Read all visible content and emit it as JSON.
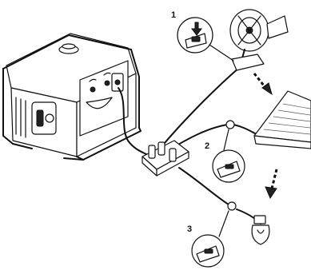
{
  "steps": [
    {
      "number": "1",
      "target": "desk-fan"
    },
    {
      "number": "2",
      "target": "power-tool"
    },
    {
      "number": "3",
      "target": "light-bulb"
    }
  ],
  "icons": {
    "generator": "generator-icon",
    "power_strip": "power-strip-icon",
    "fan": "fan-icon",
    "bulb": "bulb-icon",
    "switch": "switch-icon",
    "arrow": "arrow-down-icon"
  }
}
